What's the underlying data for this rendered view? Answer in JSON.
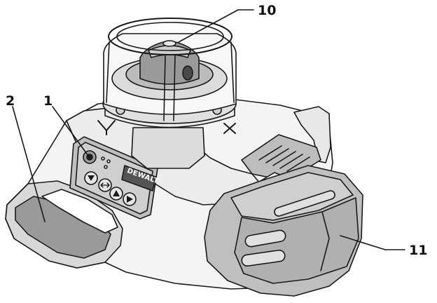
{
  "figure": {
    "brand_logo": "DEWALT",
    "callouts": [
      {
        "id": "10",
        "label": "10"
      },
      {
        "id": "1",
        "label": "1"
      },
      {
        "id": "2",
        "label": "2"
      },
      {
        "id": "11",
        "label": "11"
      }
    ]
  },
  "colors": {
    "line": "#1a1a1a",
    "light_fill": "#f4f4f4",
    "mid_fill": "#d8d8d8",
    "dark_fill": "#9a9a9a",
    "panel_fill": "#bfbfbf",
    "logo_fill": "#555555"
  }
}
